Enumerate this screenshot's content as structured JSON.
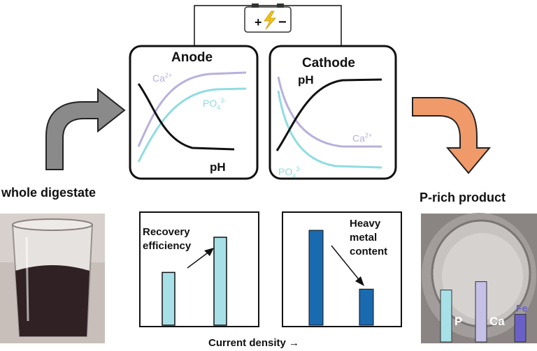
{
  "battery": {
    "plus": "+",
    "minus": "−"
  },
  "anode": {
    "title": "Anode",
    "curves": {
      "ca": "Ca2+",
      "po4": "PO43-",
      "ph": "pH"
    },
    "labels": {
      "ca": "Ca",
      "ca_sup": "2+",
      "po4": "PO",
      "po4_sub": "4",
      "po4_sup": "3-",
      "ph": "pH"
    }
  },
  "cathode": {
    "title": "Cathode",
    "labels": {
      "ph": "pH",
      "ca": "Ca",
      "ca_sup": "2+",
      "po4": "PO",
      "po4_sub": "4",
      "po4_sup": "3-"
    }
  },
  "input": {
    "label": "whole digestate"
  },
  "output": {
    "label": "P-rich product",
    "bars": [
      {
        "name": "P",
        "level": 0.62,
        "color": "#a8e0e8"
      },
      {
        "name": "Ca",
        "level": 0.72,
        "color": "#c4c0e6"
      },
      {
        "name": "Fe",
        "level": 0.33,
        "color": "#6a60c8"
      }
    ]
  },
  "recovery_chart": {
    "label_line1": "Recovery",
    "label_line2": "efficiency",
    "bars": [
      0.6,
      1.0
    ],
    "color": "#a8e0e8"
  },
  "heavy_metal_chart": {
    "label_line1": "Heavy",
    "label_line2": "metal",
    "label_line3": "content",
    "bars": [
      1.0,
      0.38
    ],
    "color": "#1a6ab0"
  },
  "x_axis_label": "Current density →",
  "colors": {
    "ca": "#b8b0dc",
    "po4": "#90dce0",
    "ph": "#111111",
    "left_arrow": "#8a8a8a",
    "right_arrow": "#f09a6a"
  }
}
